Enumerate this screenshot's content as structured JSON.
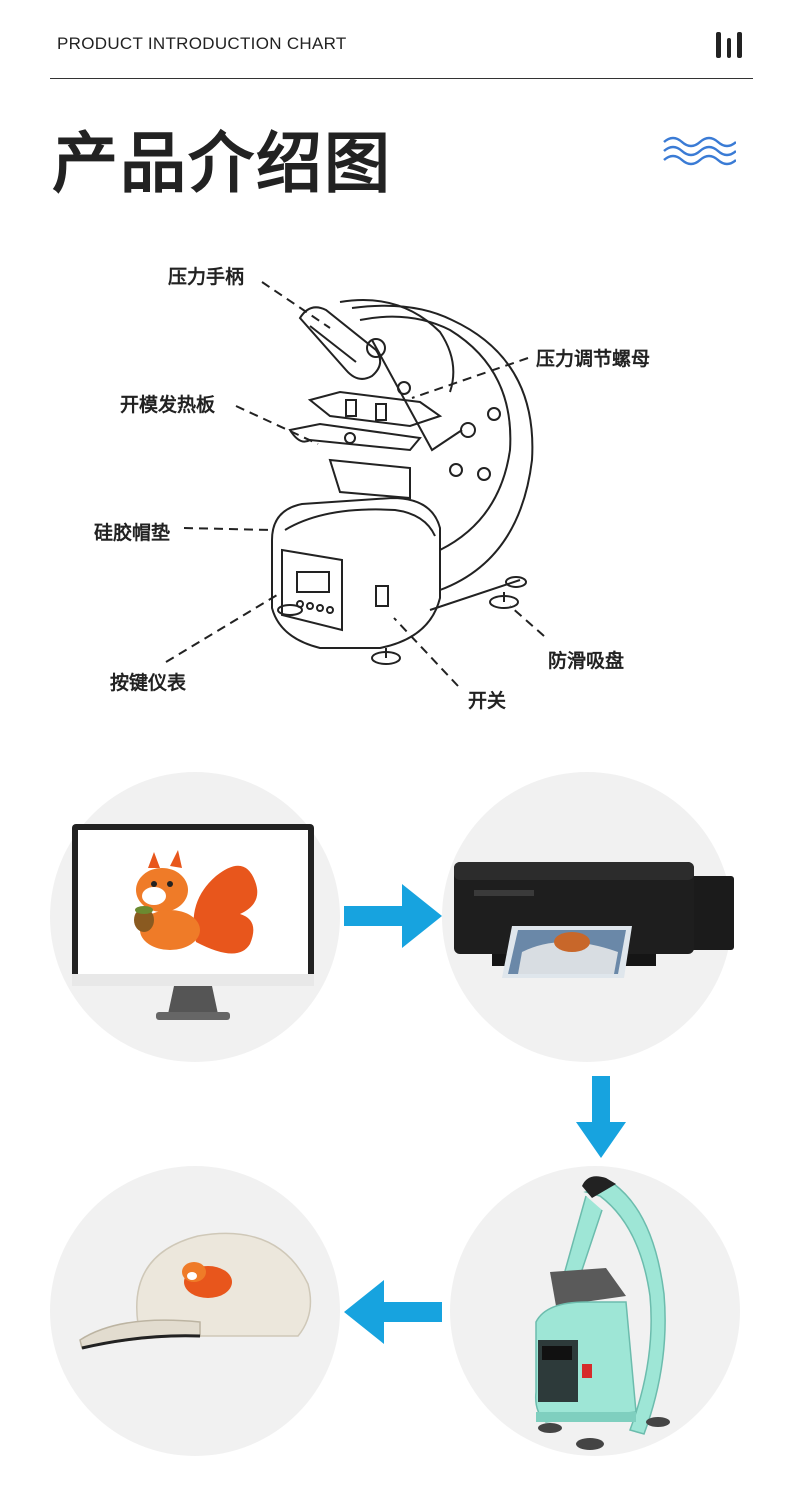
{
  "header": {
    "title": "PRODUCT INTRODUCTION CHART",
    "bars_icon": "triple-bar-icon"
  },
  "main": {
    "title": "产品介绍图",
    "waves_icon": "waves-icon"
  },
  "diagram": {
    "labels": {
      "handle": "压力手柄",
      "nut": "压力调节螺母",
      "heat_plate": "开模发热板",
      "pad": "硅胶帽垫",
      "panel": "按键仪表",
      "switch": "开关",
      "suction": "防滑吸盘"
    }
  },
  "workflow": {
    "steps": [
      "computer-design",
      "printer",
      "heat-press",
      "printed-cap"
    ],
    "arrow_color": "#17a3df",
    "press_color": "#9ee6d6"
  }
}
